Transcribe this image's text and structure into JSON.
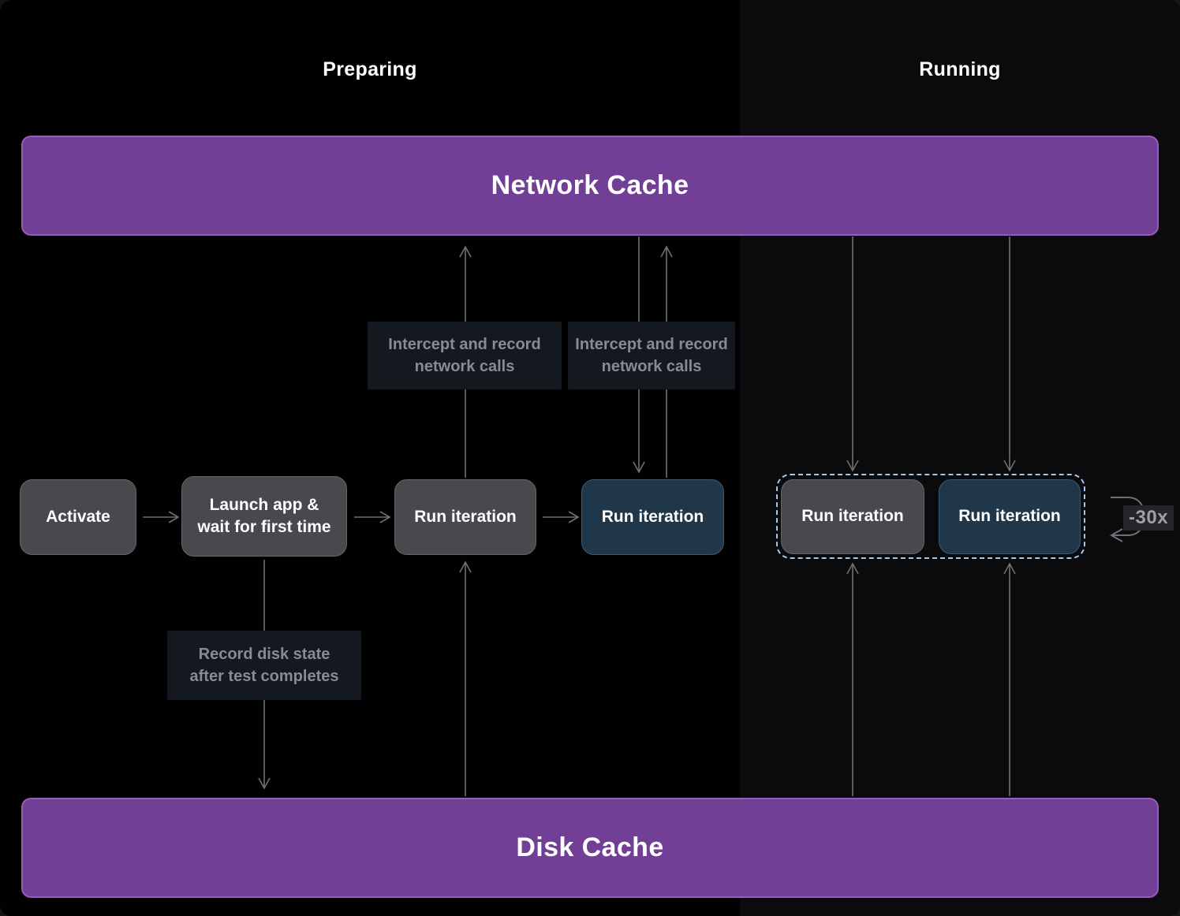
{
  "colors": {
    "cache_purple": "#723f96",
    "node_gray": "#47494c",
    "node_blue": "#1f3749",
    "dashed_group_border": "#9fc9ef",
    "annotation_bg": "#14191f",
    "annotation_text": "#878c93",
    "arrow_gray": "#6f7073",
    "running_panel_bg": "#0b0b0e"
  },
  "sections": {
    "preparing": {
      "label": "Preparing"
    },
    "running": {
      "label": "Running"
    }
  },
  "caches": {
    "network": {
      "label": "Network Cache"
    },
    "disk": {
      "label": "Disk Cache"
    }
  },
  "nodes": {
    "activate": {
      "label": "Activate"
    },
    "launch": {
      "label": "Launch app & wait for first time",
      "lines": [
        "Launch app &",
        "wait for first time"
      ]
    },
    "run_iteration_1": {
      "label": "Run iteration"
    },
    "run_iteration_2": {
      "label": "Run iteration"
    },
    "run_iteration_3": {
      "label": "Run iteration"
    },
    "run_iteration_4": {
      "label": "Run iteration"
    }
  },
  "annotations": {
    "intercept_1": {
      "label": "Intercept and record network calls",
      "lines": [
        "Intercept and record",
        "network calls"
      ]
    },
    "intercept_2": {
      "label": "Intercept and record network calls",
      "lines": [
        "Intercept and record",
        "network calls"
      ]
    },
    "record_disk": {
      "label": "Record disk state after test completes",
      "lines": [
        "Record disk state",
        "after test completes"
      ]
    }
  },
  "loop": {
    "label": "-30x"
  }
}
